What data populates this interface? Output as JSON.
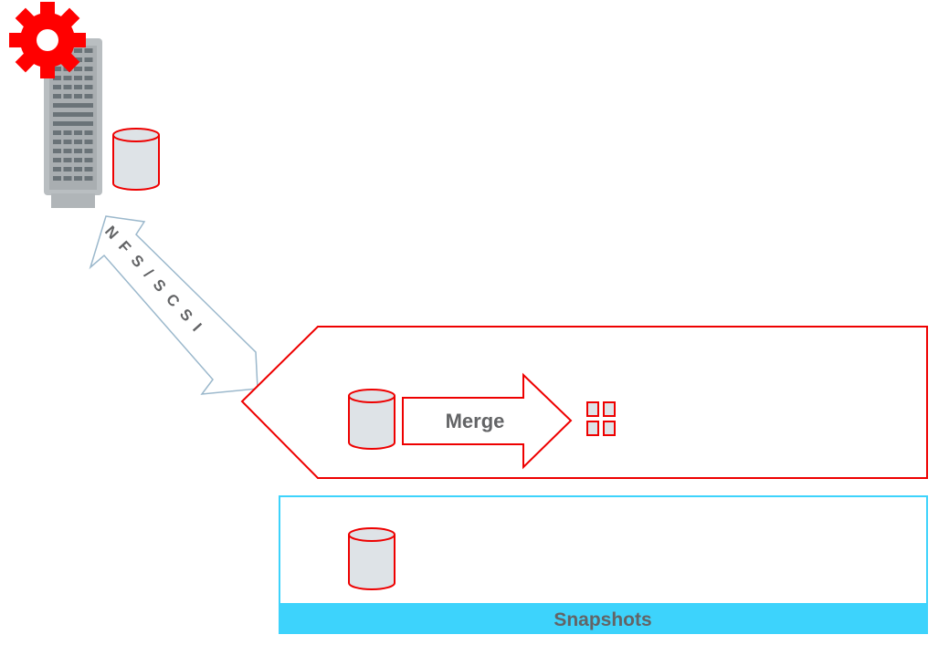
{
  "diagram": {
    "host": {
      "server_icon": "server-tower-icon",
      "gear_icon": "gear-icon",
      "disk_icon": "database-cylinder-icon"
    },
    "connection": {
      "label": "NFS/SCSI",
      "direction": "bidirectional"
    },
    "merge_section": {
      "disk_icon": "database-cylinder-icon",
      "arrow_label": "Merge",
      "target_icon": "grid-blocks-icon"
    },
    "snapshots_section": {
      "disk_icon": "database-cylinder-icon",
      "label": "Snapshots"
    },
    "colors": {
      "accent_red": "#ee0000",
      "cyan": "#3dd3fc",
      "arrow_outline": "#9bb8cc",
      "server_gray": "#b9bec1",
      "slot_dark": "#6a7378",
      "disk_fill": "#dee3e7",
      "label_gray": "#636466"
    }
  }
}
